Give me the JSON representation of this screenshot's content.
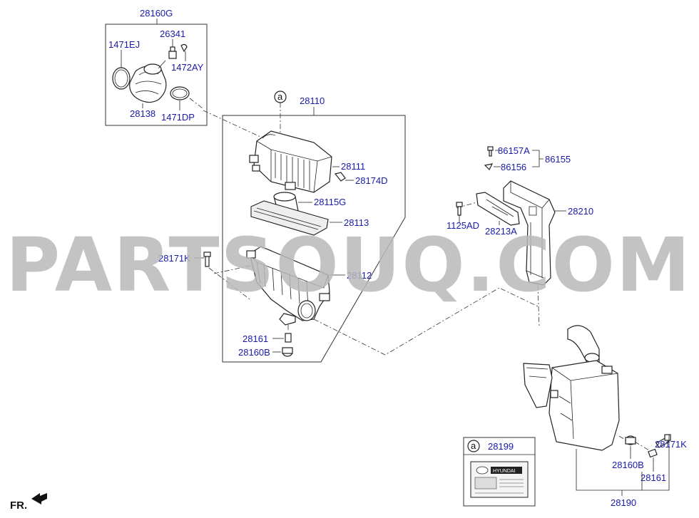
{
  "watermark": "PARTSOUQ.COM",
  "direction_label": "FR.",
  "callouts": {
    "c28160G": "28160G",
    "c26341": "26341",
    "c1471EJ": "1471EJ",
    "c1472AY": "1472AY",
    "c28138": "28138",
    "c1471DP": "1471DP",
    "c28110": "28110",
    "c28111": "28111",
    "c28174D": "28174D",
    "c28115G": "28115G",
    "c28113": "28113",
    "c28171K_left": "28171K",
    "c28112": "28112",
    "c28161_left": "28161",
    "c28160B_left": "28160B",
    "c86157A": "86157A",
    "c86155": "86155",
    "c86156": "86156",
    "c28210": "28210",
    "c1125AD": "1125AD",
    "c28213A": "28213A",
    "c28171K_right": "28171K",
    "c28160B_right": "28160B",
    "c28161_right": "28161",
    "c28190": "28190"
  },
  "detail_marker": "a",
  "label_box": {
    "marker": "a",
    "part_number": "28199",
    "brand": "HYUNDAI"
  }
}
